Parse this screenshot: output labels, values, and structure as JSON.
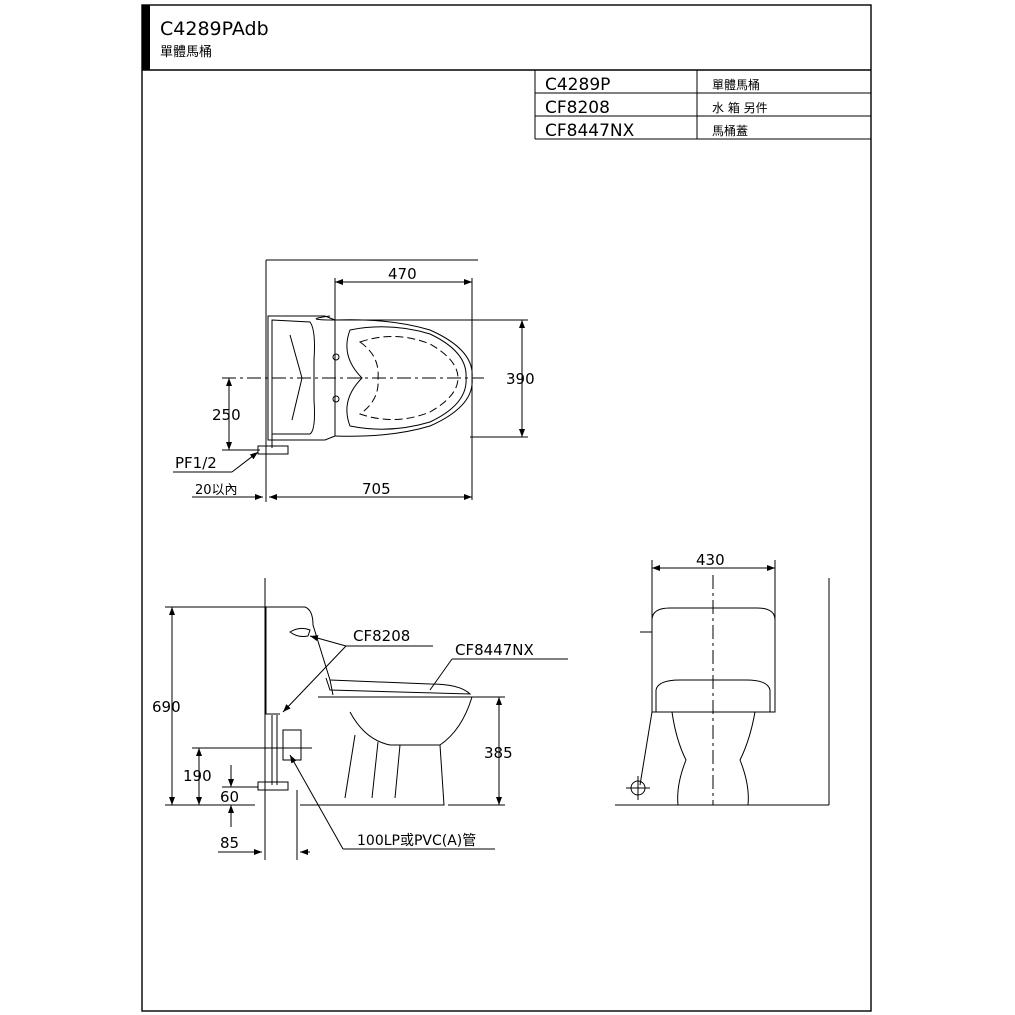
{
  "title_block": {
    "model": "C4289PAdb",
    "name": "單體馬桶"
  },
  "parts_table": [
    {
      "code": "C4289P",
      "desc": "單體馬桶"
    },
    {
      "code": "CF8208",
      "desc": "水 箱 另件"
    },
    {
      "code": "CF8447NX",
      "desc": "馬桶蓋"
    }
  ],
  "top_view": {
    "dim_seat_length": "470",
    "dim_width": "390",
    "dim_supply_offset": "250",
    "dim_total_length": "705",
    "supply_label": "PF1/2",
    "wall_gap_label": "20以內"
  },
  "side_view": {
    "dim_height": "690",
    "dim_seat_height": "385",
    "dim_supply_height": "190",
    "dim_valve_height": "60",
    "dim_wall_offset": "85",
    "label_tank_fitting": "CF8208",
    "label_seat": "CF8447NX",
    "label_pipe": "100LP或PVC(A)管"
  },
  "front_view": {
    "dim_width": "430"
  }
}
